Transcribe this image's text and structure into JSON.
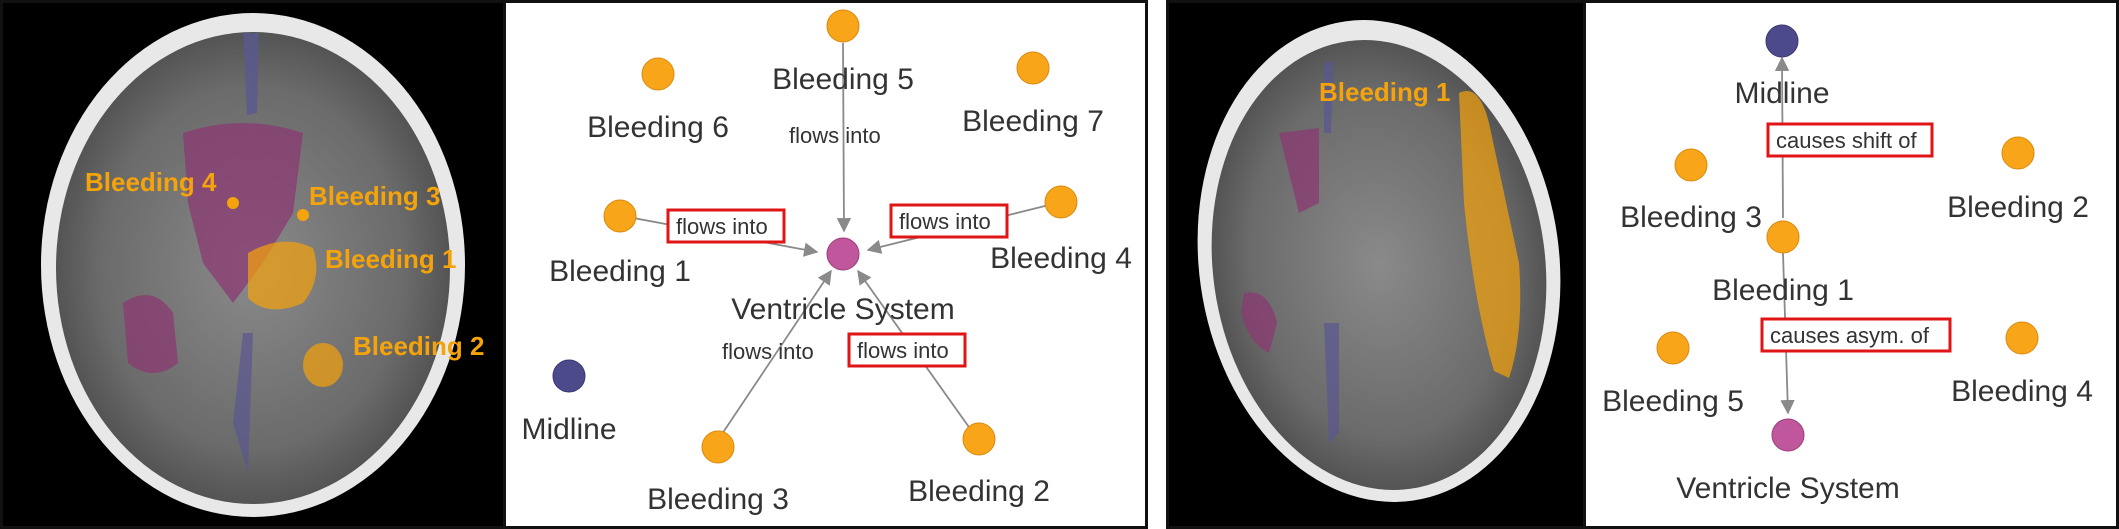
{
  "colors": {
    "bleeding": "#f9a51a",
    "ventricle": "#c0569c",
    "midline": "#4d4a8c",
    "highlight": "#e01515",
    "arrow": "#8a8a8a"
  },
  "panel_a": {
    "ct_labels": {
      "bleeding_4": "Bleeding 4",
      "bleeding_3": "Bleeding 3",
      "bleeding_1": "Bleeding 1",
      "bleeding_2": "Bleeding 2"
    },
    "nodes": {
      "bleeding_5": "Bleeding 5",
      "bleeding_6": "Bleeding 6",
      "bleeding_7": "Bleeding 7",
      "bleeding_1": "Bleeding 1",
      "bleeding_4": "Bleeding 4",
      "ventricle": "Ventricle System",
      "midline": "Midline",
      "bleeding_3": "Bleeding 3",
      "bleeding_2": "Bleeding 2"
    },
    "edges": {
      "b5": "flows into",
      "b1": "flows into",
      "b4": "flows into",
      "b3": "flows into",
      "b2": "flows into"
    }
  },
  "panel_b": {
    "ct_labels": {
      "bleeding_1": "Bleeding 1"
    },
    "nodes": {
      "midline": "Midline",
      "bleeding_3": "Bleeding 3",
      "bleeding_2": "Bleeding 2",
      "bleeding_1": "Bleeding 1",
      "bleeding_5": "Bleeding 5",
      "bleeding_4": "Bleeding 4",
      "ventricle": "Ventricle System"
    },
    "edges": {
      "midline": "causes shift of",
      "ventricle": "causes asym. of"
    }
  }
}
